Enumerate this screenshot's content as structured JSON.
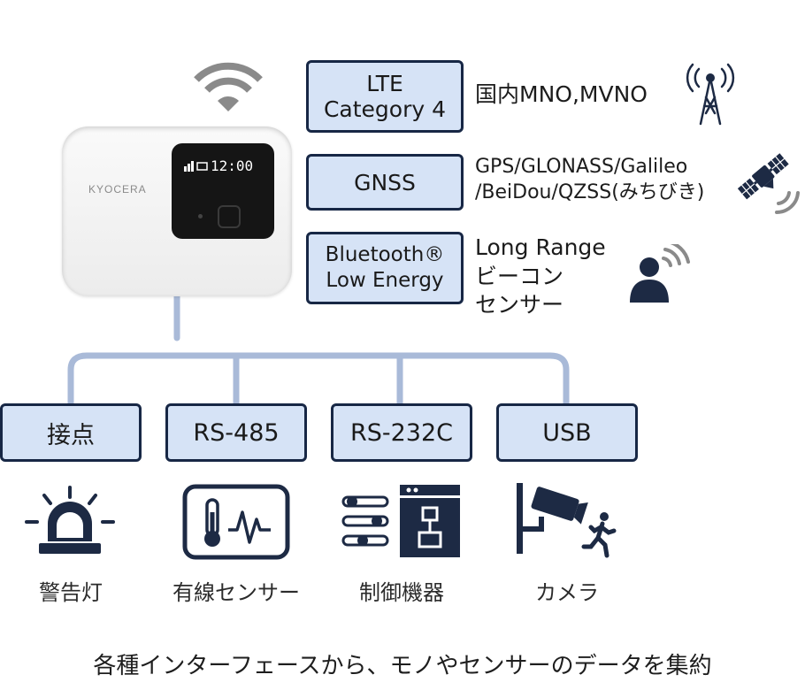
{
  "device": {
    "clock": "12:00",
    "brand": "KYOCERA"
  },
  "capabilities": [
    {
      "lines": [
        "LTE",
        "Category 4"
      ],
      "desc": [
        "国内MNO,MVNO"
      ],
      "icon": "cell-tower-icon"
    },
    {
      "lines": [
        "GNSS"
      ],
      "desc": [
        "GPS/GLONASS/Galileo",
        "/BeiDou/QZSS(みちびき)"
      ],
      "icon": "satellite-icon"
    },
    {
      "lines": [
        "Bluetooth®",
        "Low Energy"
      ],
      "desc": [
        "Long Range",
        "ビーコン",
        "センサー"
      ],
      "icon": "person-beacon-icon"
    }
  ],
  "interfaces": [
    {
      "label": "接点",
      "device": "警告灯",
      "icon": "warning-light-icon"
    },
    {
      "label": "RS-485",
      "device": "有線センサー",
      "icon": "thermometer-sensor-icon"
    },
    {
      "label": "RS-232C",
      "device": "制御機器",
      "icon": "control-equipment-icon"
    },
    {
      "label": "USB",
      "device": "カメラ",
      "icon": "security-camera-icon"
    }
  ],
  "caption": "各種インターフェースから、モノやセンサーのデータを集約",
  "colors": {
    "box_fill": "#d6e3f6",
    "box_border": "#172745",
    "connector": "#a9bad8",
    "icon_dark": "#1d2a44",
    "icon_gray": "#8a8a8a"
  }
}
